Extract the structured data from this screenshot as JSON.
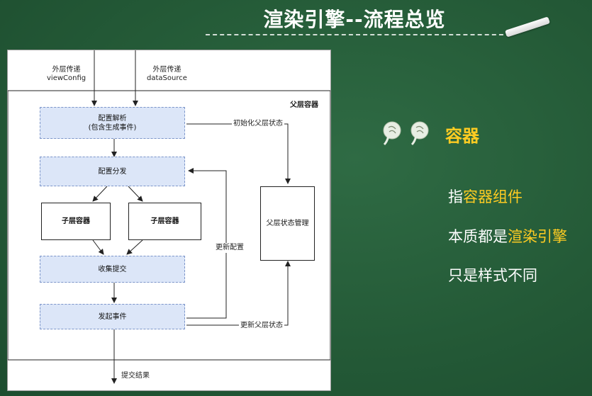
{
  "slide": {
    "title": "渲染引擎--流程总览",
    "heading": "容器",
    "lines": [
      {
        "pre": "指",
        "hl": "容器组件"
      },
      {
        "pre": "本质都是",
        "hl": "渲染引擎"
      },
      {
        "pre": "只是样式不同",
        "hl": ""
      }
    ]
  },
  "diagram": {
    "input1": [
      "外层传递",
      "viewConfig"
    ],
    "input2": [
      "外层传递",
      "dataSource"
    ],
    "outer_container": "父层容器",
    "parse": [
      "配置解析",
      "(包含生成事件)"
    ],
    "dispatch": "配置分发",
    "child1": "子层容器",
    "child2": "子层容器",
    "collect": "收集提交",
    "emit": "发起事件",
    "state_mgr": "父层状态管理",
    "init_state": "初始化父层状态",
    "update_config": "更新配置",
    "update_state": "更新父层状态",
    "output": "提交结果"
  }
}
